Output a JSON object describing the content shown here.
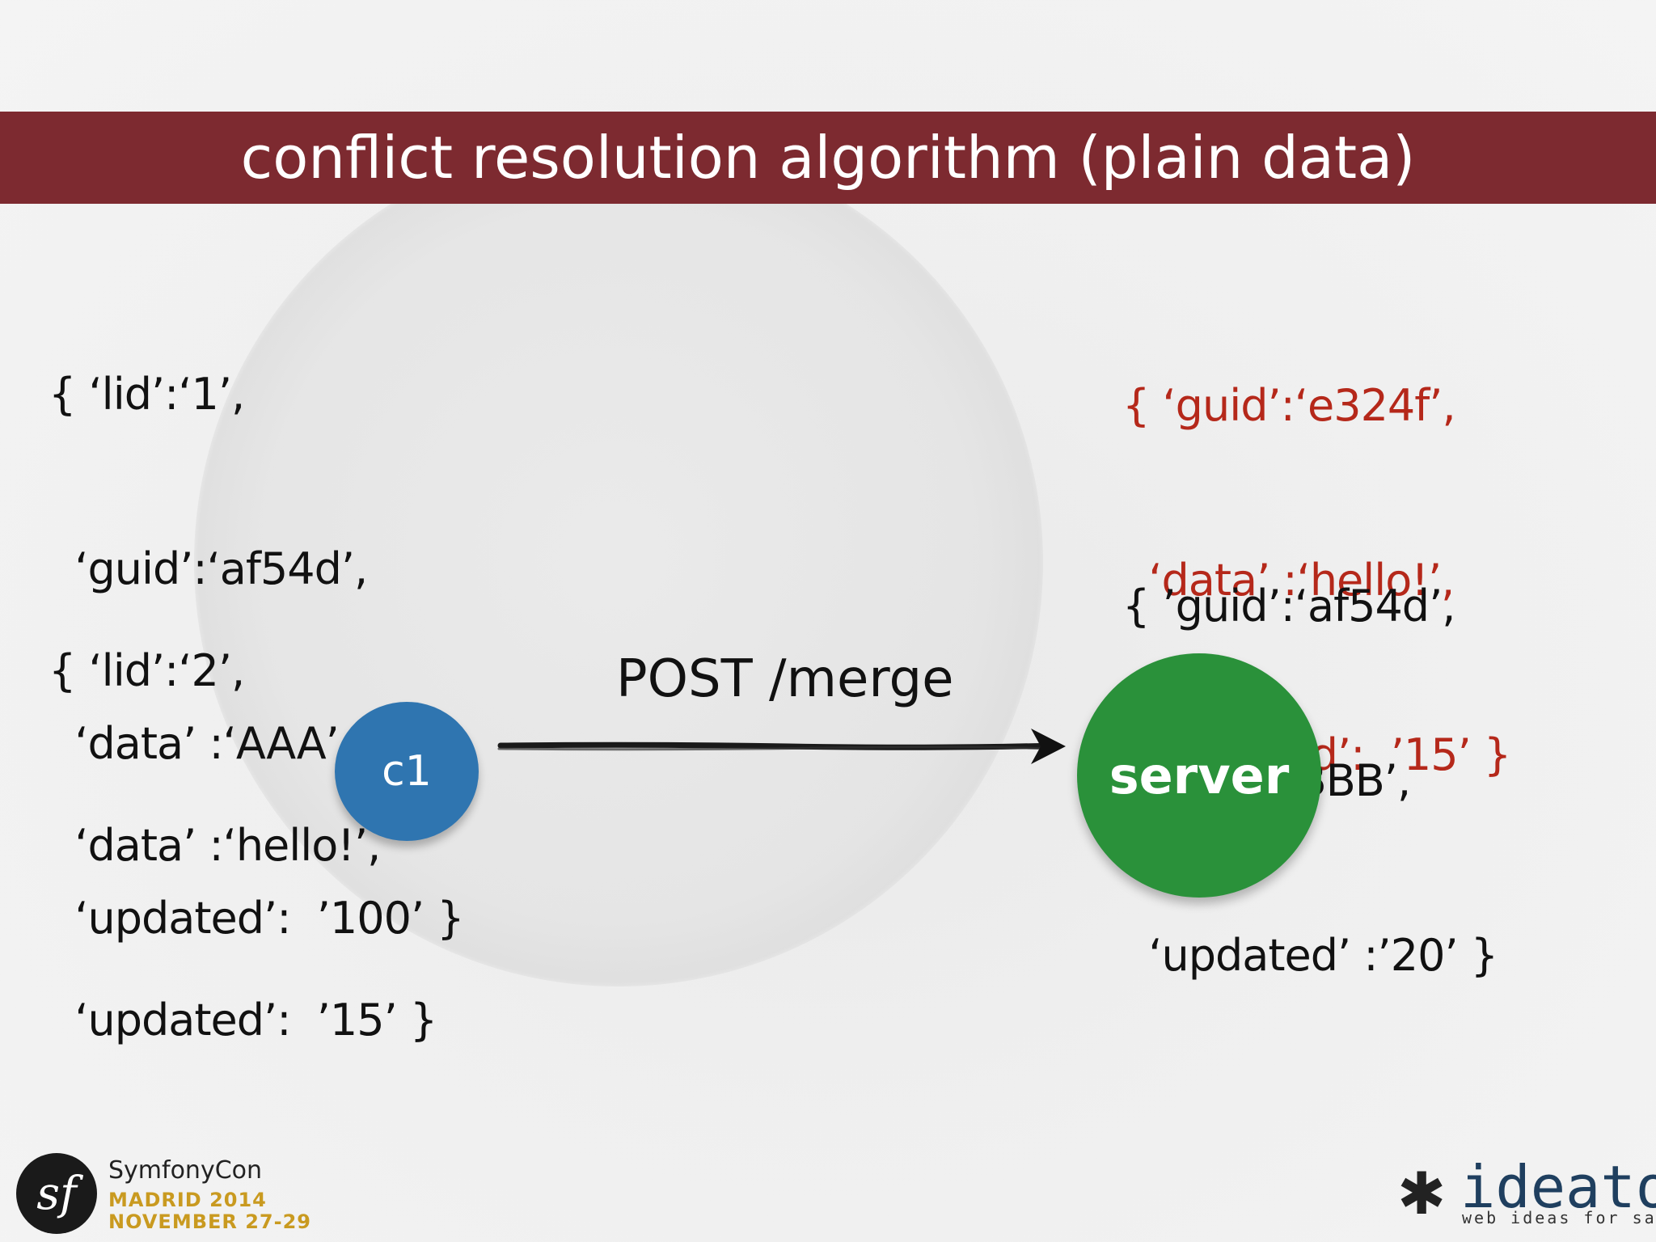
{
  "slide": {
    "title": "conflict resolution algorithm (plain data)"
  },
  "client_records": [
    {
      "lines": [
        "{ ‘lid’:‘1’,",
        "  ‘guid’:‘af54d’,",
        "  ‘data’ :‘AAA’",
        "  ‘updated’:  ’100’ }"
      ]
    },
    {
      "lines": [
        "{ ‘lid’:‘2’,",
        "  ‘data’ :‘hello!’,",
        "  ‘updated’:  ’15’ }"
      ]
    }
  ],
  "server_records": [
    {
      "lines": [
        "{ ‘guid’:‘e324f’,",
        "  ‘data’ :‘hello!’,",
        "  ‘updated’:  ’15’ }"
      ],
      "color": "#b5281a"
    },
    {
      "lines": [
        "{ ’guid’:‘af54d’,",
        "  ‘data’:‘BBB’,",
        "  ‘updated’ :’20’ }"
      ]
    }
  ],
  "diagram": {
    "request_label": "POST /merge",
    "client_node_label": "c1",
    "server_node_label": "server",
    "client_color": "#2f75b0",
    "server_color": "#2a913a"
  },
  "branding": {
    "conference_logo_icon": "symfony-icon",
    "conference_logo_glyph": "sf",
    "conference_name": "SymfonyCon",
    "conference_city": "MADRID 2014",
    "conference_dates": "NOVEMBER 27-29",
    "company_icon": "asterisk-icon",
    "company_name": "ideato",
    "company_tagline": "web ideas for sale",
    "title_bar_color": "#7d2a30"
  }
}
